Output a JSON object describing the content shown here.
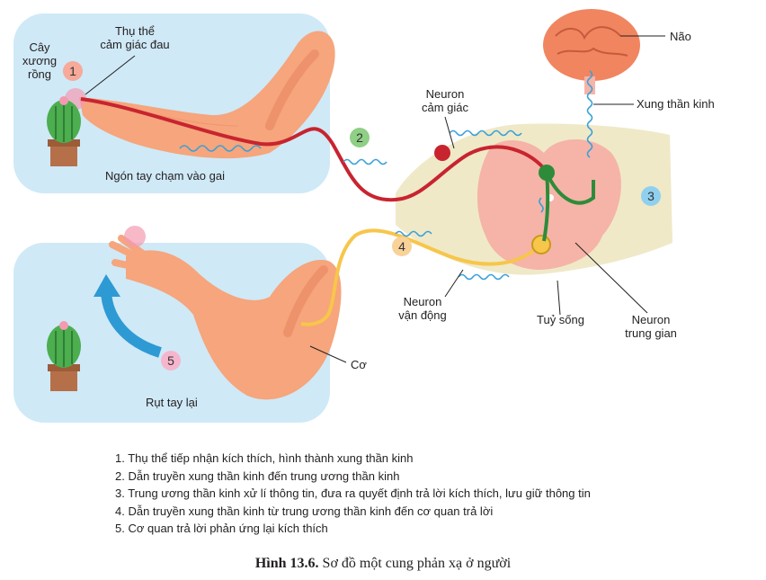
{
  "labels": {
    "cactus_top": "Cây",
    "cactus_mid": "xương",
    "cactus_bot": "rồng",
    "receptor_line1": "Thụ thể",
    "receptor_line2": "cảm giác đau",
    "finger_touch": "Ngón tay chạm vào gai",
    "sensory_line1": "Neuron",
    "sensory_line2": "cảm giác",
    "brain": "Não",
    "nerve_impulse": "Xung thần kinh",
    "motor_line1": "Neuron",
    "motor_line2": "vận động",
    "spinal_cord": "Tuỷ sống",
    "inter_line1": "Neuron",
    "inter_line2": "trung gian",
    "muscle": "Cơ",
    "withdraw": "Rụt tay lại"
  },
  "numbers": {
    "n1": "1",
    "n2": "2",
    "n3": "3",
    "n4": "4",
    "n5": "5"
  },
  "steps": [
    "1. Thụ thể tiếp nhận kích thích, hình thành xung thần kinh",
    "2. Dẫn truyền xung thần kinh đến trung ương thần kinh",
    "3. Trung ương thần kinh xử lí thông tin, đưa ra quyết định trả lời kích thích, lưu giữ thông tin",
    "4. Dẫn truyền xung thần kinh từ trung ương thần kinh đến cơ quan trả lời",
    "5. Cơ quan trả lời phản ứng lại kích thích"
  ],
  "caption": {
    "bold": "Hình 13.6.",
    "text": " Sơ đồ một cung phản xạ ở người"
  },
  "colors": {
    "panel": "#cfe9f7",
    "skin": "#f6a57c",
    "sensory_nerve": "#c8242f",
    "motor_nerve": "#f7c64a",
    "interneuron": "#2e8b3a",
    "impulse": "#3aa0d8",
    "spinal_white": "#efe9c8",
    "spinal_grey": "#f5b4a7",
    "brain": "#f08560"
  }
}
